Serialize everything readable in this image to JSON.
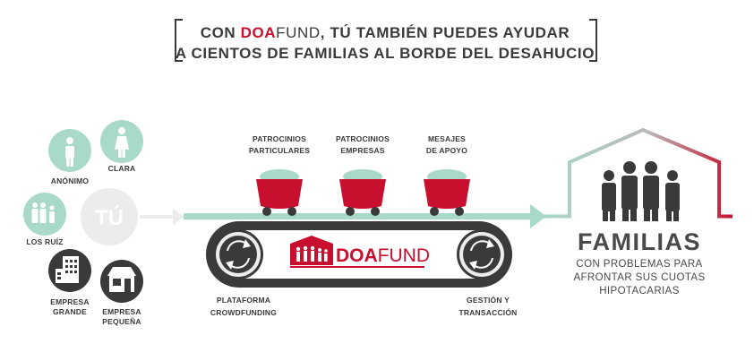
{
  "headline": {
    "line1_pre": "CON ",
    "line1_brand_a": "DOA",
    "line1_brand_b": "FUND",
    "line1_post": ", TÚ TAMBIÉN PUEDES AYUDAR",
    "line2": "A CIENTOS DE FAMILIAS AL BORDE DEL DESAHUCIO"
  },
  "donors": {
    "anonimo": "ANÓNIMO",
    "clara": "CLARA",
    "los_ruiz": "LOS RUÍZ",
    "empresa_grande_1": "EMPRESA",
    "empresa_grande_2": "GRANDE",
    "empresa_pequena_1": "EMPRESA",
    "empresa_pequena_2": "PEQUEÑA"
  },
  "tu_label": "TÚ",
  "carts": [
    {
      "line1": "PATROCINIOS",
      "line2": "PARTICULARES"
    },
    {
      "line1": "PATROCINIOS",
      "line2": "EMPRESAS"
    },
    {
      "line1": "MESAJES",
      "line2": "DE APOYO"
    }
  ],
  "belt_brand": {
    "a": "DOA",
    "b": "FUND"
  },
  "plataforma": {
    "line1": "PLATAFORMA",
    "line2": "CROWDFUNDING"
  },
  "gestion": {
    "line1": "GESTIÓN Y",
    "line2": "TRANSACCIÓN"
  },
  "familias": {
    "title": "FAMILIAS",
    "sub1": "CON PROBLEMAS PARA",
    "sub2": "AFRONTAR SUS CUOTAS",
    "sub3": "HIPOTACARIAS"
  },
  "colors": {
    "brand_red": "#c8102e",
    "teal": "#a9d9c8",
    "dark": "#3a3a3a",
    "grey_circle": "#ececec"
  }
}
